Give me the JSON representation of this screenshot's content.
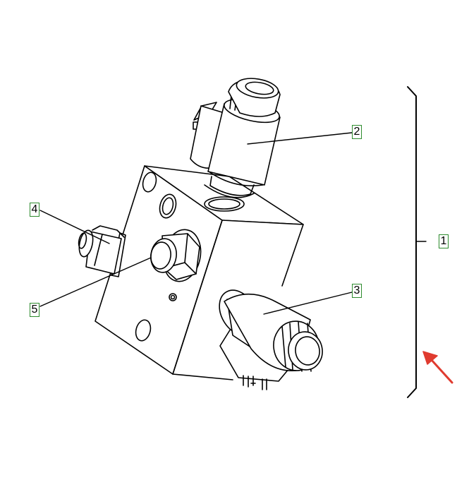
{
  "callouts": {
    "assembly": "1",
    "upper_solenoid": "2",
    "lower_solenoid": "3",
    "left_fitting": "4",
    "front_plug": "5"
  },
  "colors": {
    "line": "#000000",
    "callout_border": "#2e8b2e",
    "arrow": "#e03b2f",
    "background": "#ffffff"
  }
}
